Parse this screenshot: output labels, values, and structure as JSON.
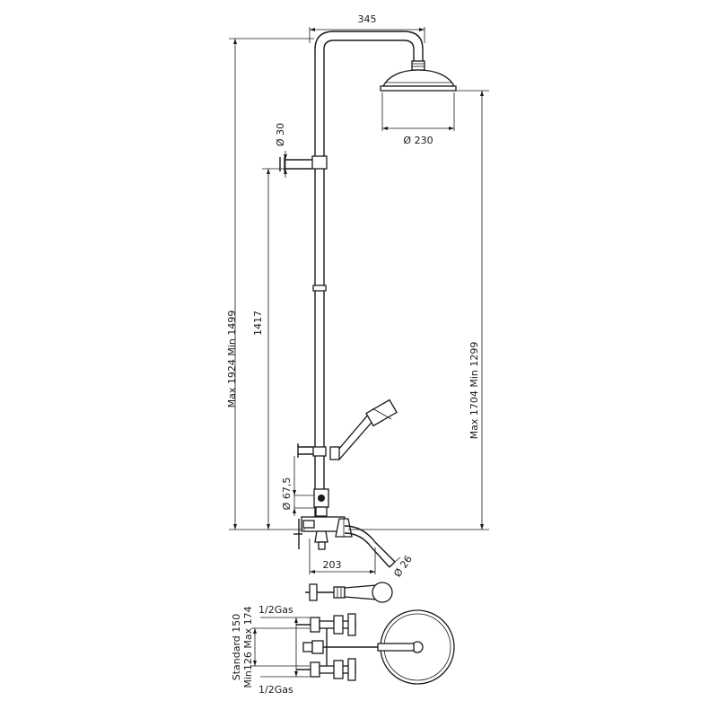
{
  "dimensions": {
    "top_width": "345",
    "showerhead_diameter": "Ø 230",
    "arm_diameter": "Ø 30",
    "rail_height": "1417",
    "total_height": "Max 1924  Min 1499",
    "head_height": "Max 1704  Min 1299",
    "mixer_diameter": "Ø 67,5",
    "spout_length": "203",
    "spout_diameter": "Ø 26"
  },
  "plan": {
    "gas_top": "1/2Gas",
    "gas_bottom": "1/2Gas",
    "centers_line1": "Standard 150",
    "centers_line2": "Min126 Max 174"
  }
}
